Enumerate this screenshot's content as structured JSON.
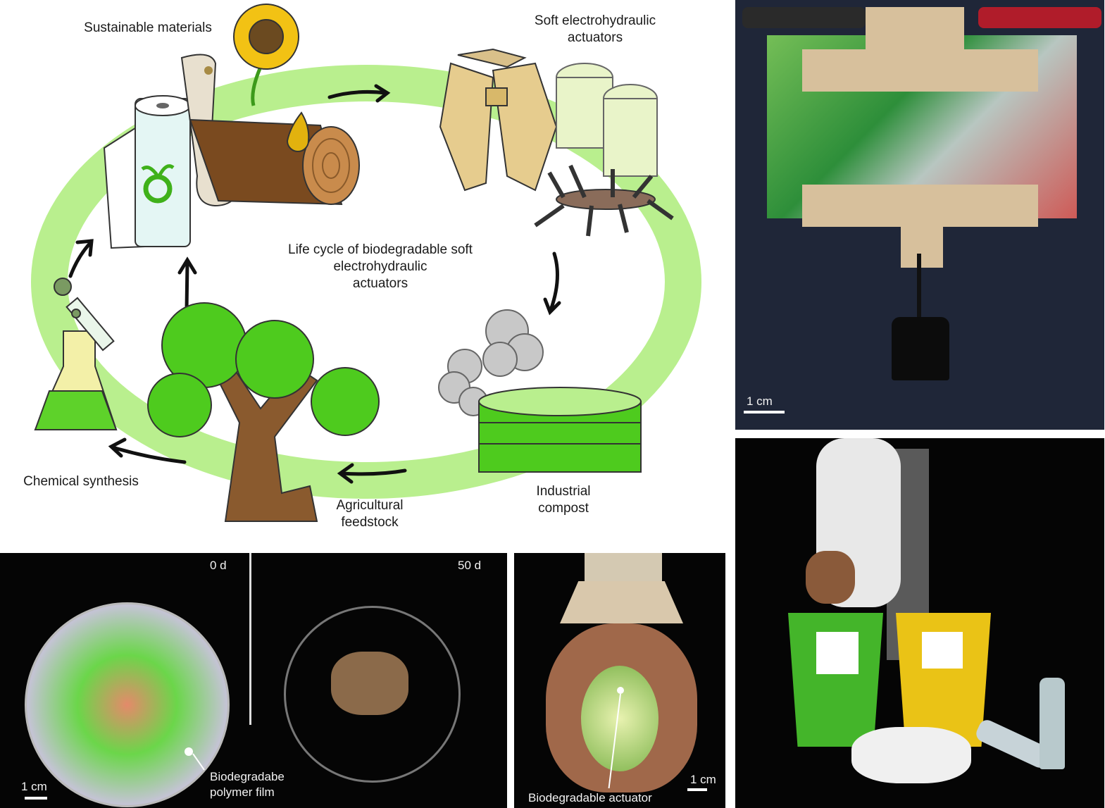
{
  "diagram": {
    "center_label": "Life cycle of biodegradable soft electrohydraulic actuators",
    "center_lines": [
      "Life cycle of biodegradable soft",
      "electrohydraulic",
      "actuators"
    ],
    "stages": {
      "sustainable_materials": "Sustainable materials",
      "actuators_line1": "Soft electrohydraulic",
      "actuators_line2": "actuators",
      "compost_line1": "Industrial",
      "compost_line2": "compost",
      "feedstock_line1": "Agricultural",
      "feedstock_line2": "feedstock",
      "chemical_synthesis": "Chemical synthesis"
    },
    "colors": {
      "cycle_ring": "#b9ef8e",
      "green": "#4ecb1e",
      "wood": "#7a4a1f",
      "arrow": "#111111"
    }
  },
  "photo_load": {
    "scale_label": "1 cm"
  },
  "photo_compost": {
    "time_start": "0 d",
    "time_end": "50 d",
    "scale_label": "1 cm",
    "film_label_line1": "Biodegradabe",
    "film_label_line2": "polymer film"
  },
  "photo_gripper": {
    "scale_label": "1 cm",
    "actuator_label": "Biodegradable actuator"
  },
  "photo_robot": {}
}
